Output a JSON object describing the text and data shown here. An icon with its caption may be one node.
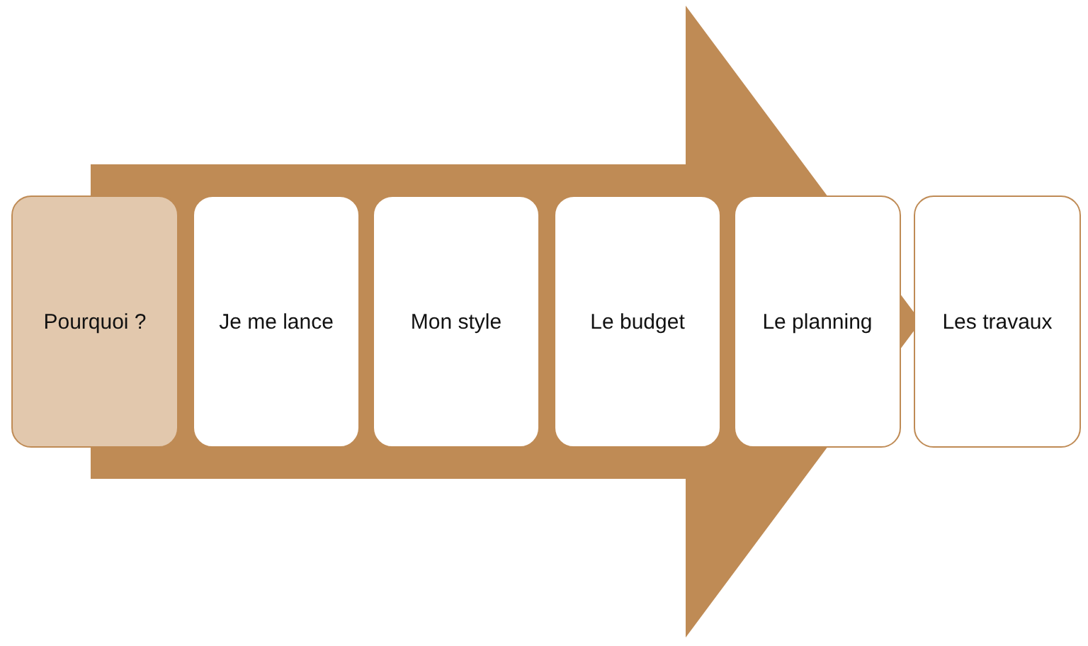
{
  "diagram": {
    "nodes": [
      {
        "text": [
          "Pourquoi ?"
        ]
      },
      {
        "text": [
          "Je me lance"
        ]
      },
      {
        "text": [
          "Mon style"
        ]
      },
      {
        "text": [
          "Le budget"
        ]
      },
      {
        "text": [
          "Le planning"
        ]
      },
      {
        "text": [
          "Les travaux"
        ]
      }
    ],
    "edges": [
      {
        "from": 0,
        "to": 5,
        "arrow": "to"
      }
    ]
  }
}
